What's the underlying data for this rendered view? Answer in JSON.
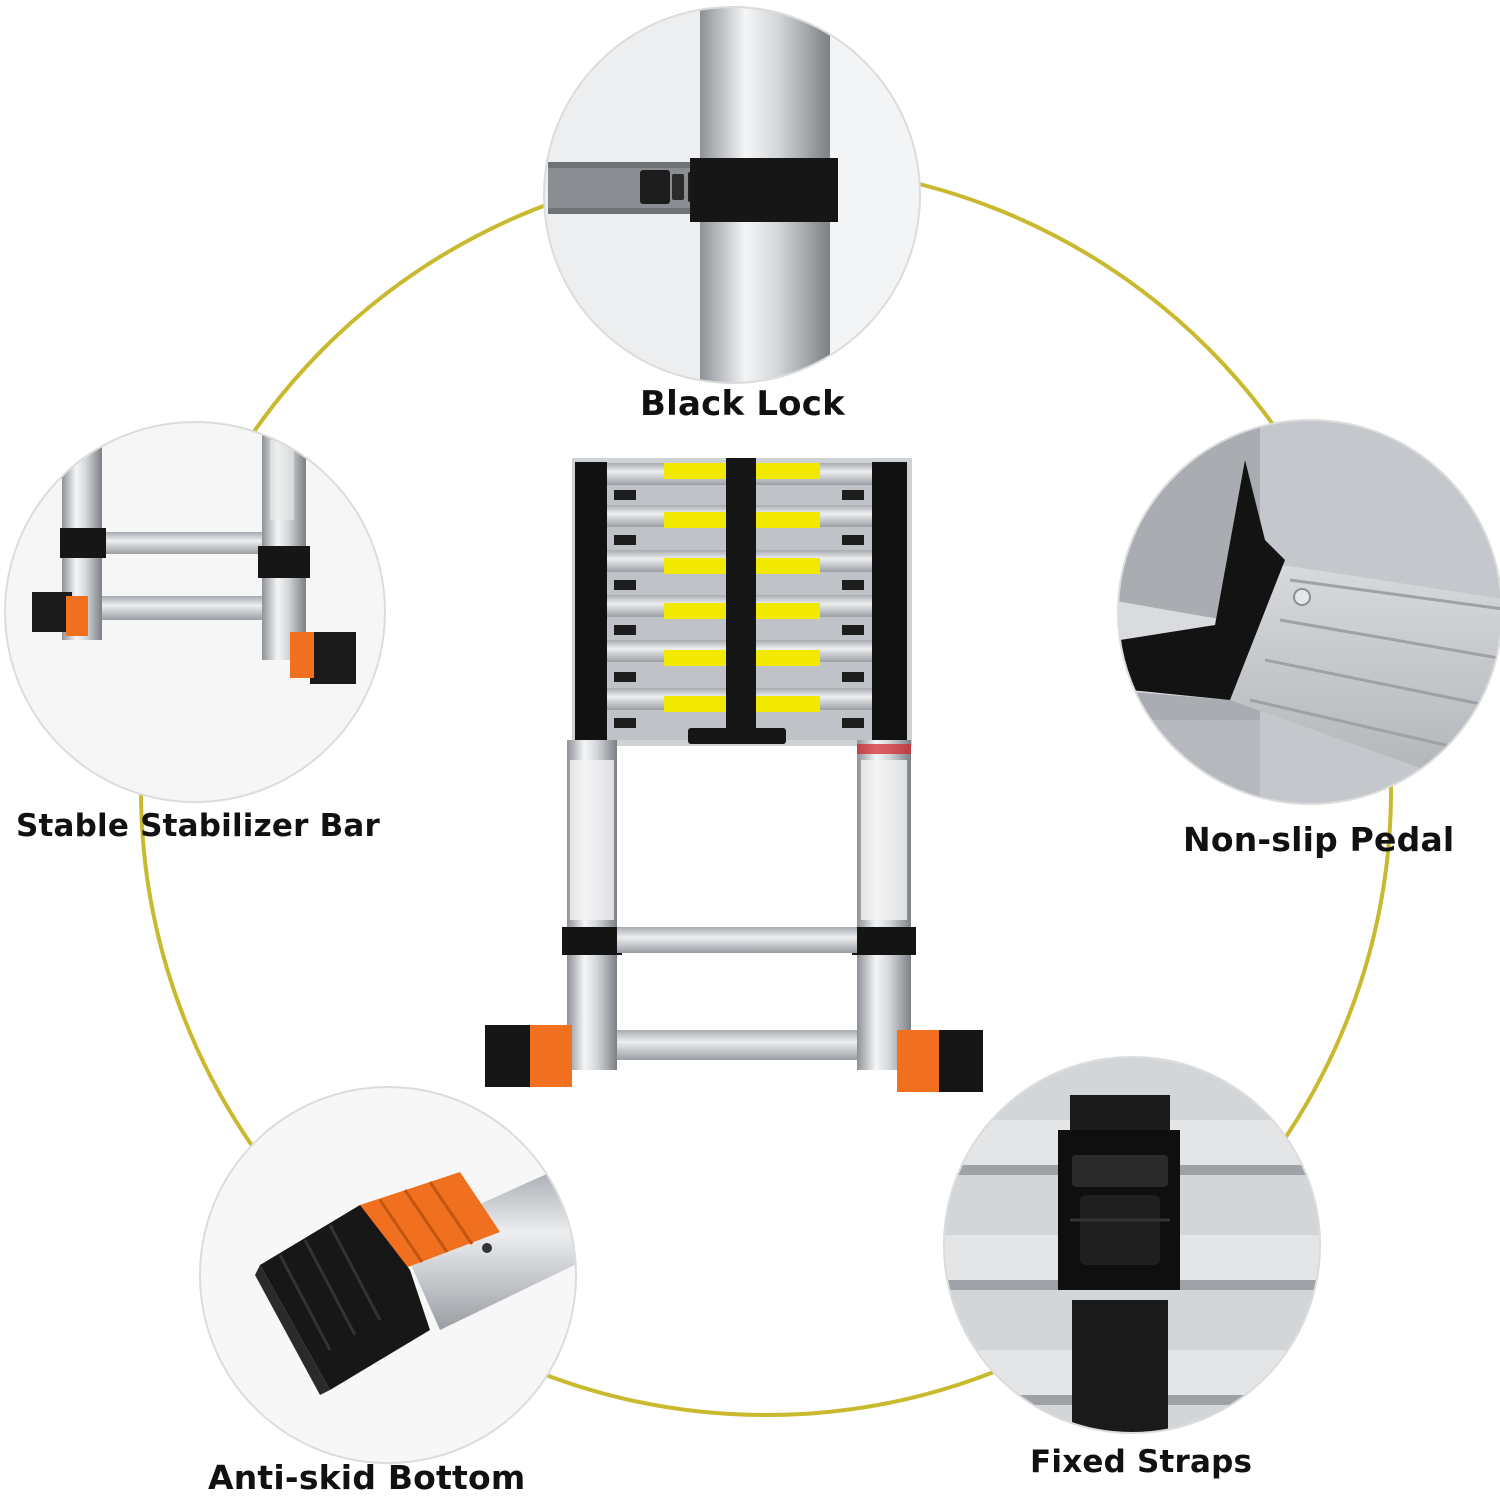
{
  "labels": {
    "black_lock": "Black Lock",
    "stabilizer_bar": "Stable Stabilizer Bar",
    "non_slip_pedal": "Non-slip Pedal",
    "anti_skid_bottom": "Anti-skid Bottom",
    "fixed_straps": "Fixed Straps"
  },
  "colors": {
    "ring": "#c9b92e",
    "aluminium": "#c9ccd0",
    "rubber": "#141414",
    "accent_orange": "#f07020",
    "warning_yellow": "#f2e900"
  }
}
